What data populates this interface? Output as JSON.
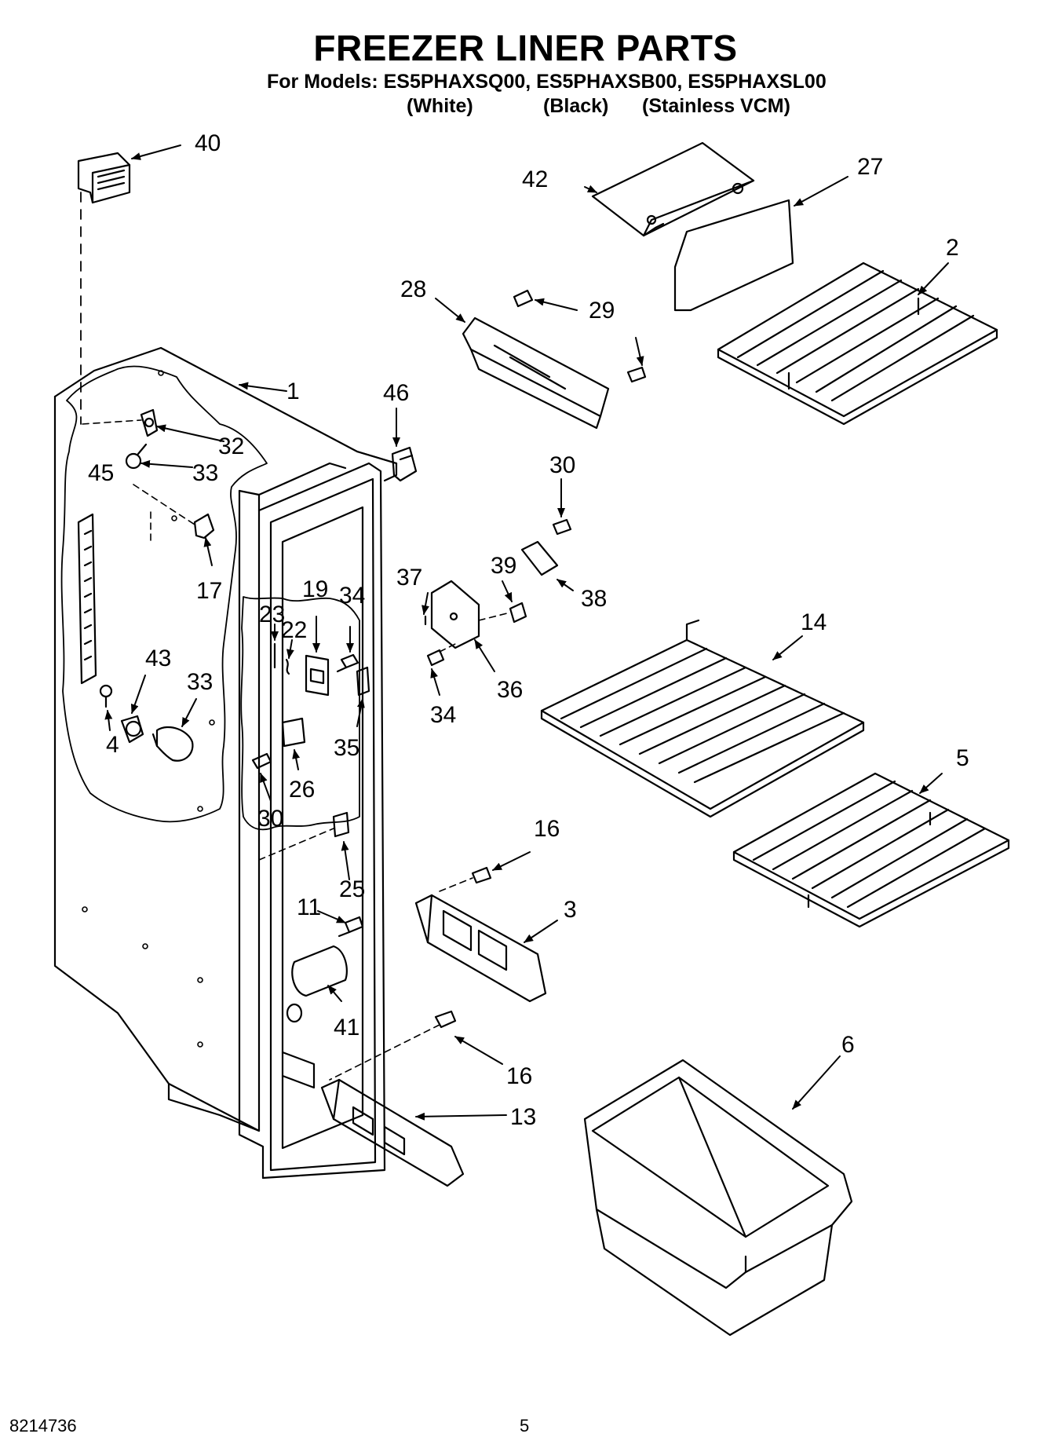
{
  "header": {
    "title": "FREEZER LINER PARTS",
    "models_line": "For Models: ES5PHAXSQ00, ES5PHAXSB00, ES5PHAXSL00",
    "variants": [
      "(White)",
      "(Black)",
      "(Stainless VCM)"
    ]
  },
  "footer": {
    "doc_number": "8214736",
    "page_number": "5"
  },
  "callouts": [
    "40",
    "42",
    "27",
    "2",
    "28",
    "29",
    "1",
    "46",
    "32",
    "33",
    "45",
    "30",
    "17",
    "37",
    "39",
    "38",
    "23",
    "19",
    "34",
    "22",
    "14",
    "43",
    "33",
    "36",
    "34",
    "35",
    "4",
    "26",
    "5",
    "30",
    "16",
    "25",
    "11",
    "3",
    "41",
    "16",
    "6",
    "13"
  ]
}
